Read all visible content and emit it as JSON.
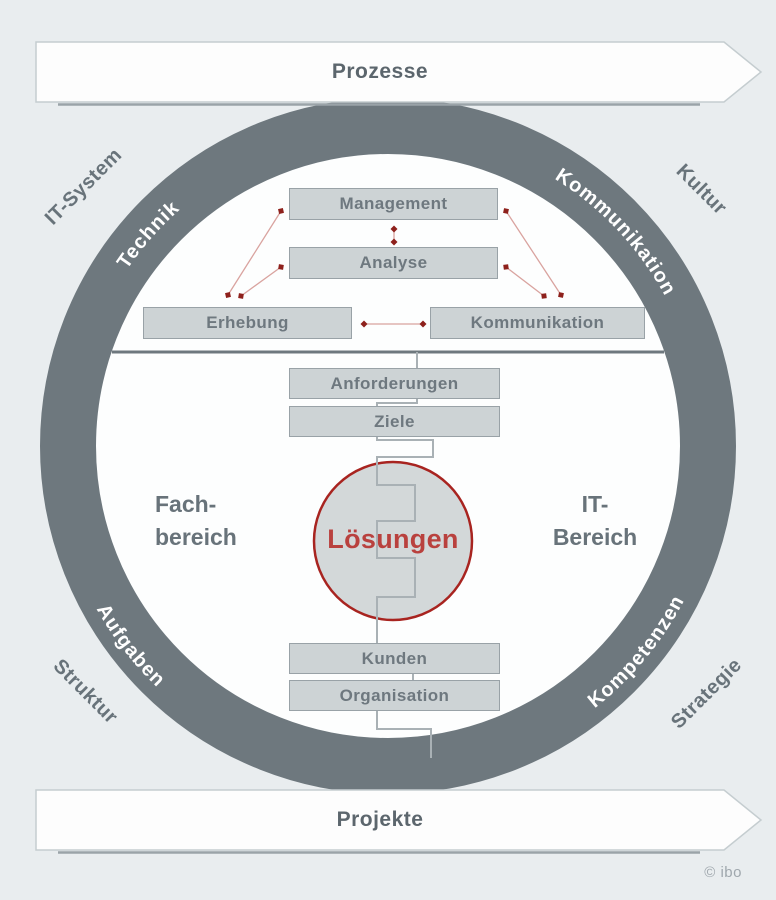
{
  "banners": {
    "top": "Prozesse",
    "bottom": "Projekte"
  },
  "outer_labels": {
    "top_left": "IT-System",
    "top_right": "Kultur",
    "bottom_left": "Struktur",
    "bottom_right": "Strategie"
  },
  "ring_labels": {
    "top_left": "Technik",
    "top_right": "Kommunikation",
    "bottom_left": "Aufgaben",
    "bottom_right": "Kompetenzen"
  },
  "process_boxes": {
    "management": "Management",
    "analyse": "Analyse",
    "erhebung": "Erhebung",
    "kommunikation": "Kommunikation"
  },
  "requirement_boxes": {
    "anforderungen": "Anforderungen",
    "ziele": "Ziele"
  },
  "base_boxes": {
    "kunden": "Kunden",
    "organisation": "Organisation"
  },
  "center_circle": {
    "label": "Lösungen"
  },
  "side_labels": {
    "left_line1": "Fach-",
    "left_line2": "bereich",
    "right_line1": "IT-",
    "right_line2": "Bereich"
  },
  "footer": {
    "copyright": "© ibo"
  },
  "colors": {
    "background": "#e9edef",
    "ring": "#6e787e",
    "box_fill": "#cdd3d5",
    "box_border": "#99a2a7",
    "text_gray": "#68737a",
    "accent_red_border": "#a82420",
    "accent_red_text": "#b9413e",
    "arrow_line": "#d9a39f",
    "arrow_diamond": "#8e211c",
    "banner_fill": "#fdfdfd"
  }
}
